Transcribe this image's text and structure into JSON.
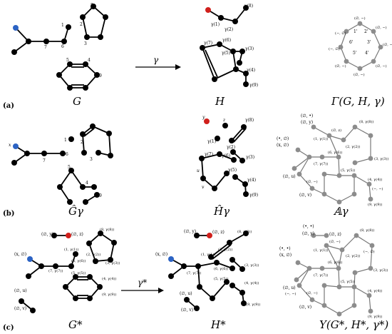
{
  "panel_a": {
    "label": "(a)",
    "graph_g_title": "G",
    "graph_h_title": "H",
    "graph_gamma_title": "Γ(G, H, γ)",
    "arrow_label": "γ",
    "g_nodes": [
      "1",
      "2",
      "3",
      "4",
      "5",
      "6",
      "7",
      "8",
      "9"
    ],
    "h_nodes": [
      "γ(1)",
      "γ(2)",
      "γ(3)",
      "γ(4)",
      "γ(5)",
      "γ(6)",
      "γ(7)",
      "γ(8)",
      "γ(9)"
    ],
    "gamma_nodes": [
      "1'",
      "2'",
      "3'",
      "4'",
      "5'",
      "6'"
    ],
    "gamma_pairs": [
      "(∅, −)",
      "(−, ∅)",
      "(∅, −)",
      "(∅, −)",
      "(∅, −)",
      "(∅, −)",
      "(∅, −)",
      "(−, ∅)"
    ]
  },
  "panel_b": {
    "label": "(b)",
    "g_title": "Ĝγ",
    "h_title": "Ĥγ",
    "a_title": "𝔸γ",
    "g_labels": [
      "x",
      "1",
      "2",
      "3",
      "4",
      "5",
      "6",
      "7",
      "9"
    ],
    "h_labels": [
      "y",
      "z",
      "u",
      "v",
      "γ(1)",
      "γ(2)",
      "γ(3)",
      "γ(4)",
      "γ(5)",
      "γ(6)",
      "γ(7)",
      "γ(8)",
      "γ(9)"
    ],
    "a_labels": [
      "(∅, •)",
      "(∅, y)",
      "(•, ∅)",
      "(x, ∅)",
      "(∅, z)",
      "(1, γ(1))",
      "(2, γ(2))",
      "(6, γ(6))",
      "(7, γ(7))",
      "(8, γ(8))",
      "(3, γ(3))",
      "(5, γ(5))",
      "(∅, u)",
      "(∅, −)",
      "(∅, v)",
      "(4, γ(4))",
      "(−, −)",
      "(9, γ(9))"
    ]
  },
  "panel_c": {
    "label": "(c)",
    "g_title": "G*",
    "h_title": "H*",
    "y_title": "Υ(G*, H*, γ*)",
    "arrow_label": "γ*",
    "g_labels": [
      "(∅, y)",
      "(∅, z)",
      "(x, ∅)",
      "(1, γ(1))",
      "(8, γ(8))",
      "(2, γ(2))",
      "(7, γ(7))",
      "(6, γ(6))",
      "(∅, u)",
      "(5, γ(5))",
      "(3, γ(3))",
      "(4, γ(4))",
      "(∅, v)",
      "(9, γ(9))"
    ],
    "h_labels": [
      "(∅, y)",
      "(∅, z)",
      "(x, ∅)",
      "(1, γ(1))",
      "(8, γ(8))",
      "(2, γ(2))",
      "(7, γ(7))",
      "(6, γ(6))",
      "(∅, u)",
      "(5, γ(5))",
      "(3, γ(3))",
      "(4, γ(4))",
      "(∅, v)",
      "(9, γ(9))"
    ],
    "y_labels": [
      "(•, •)",
      "(∅, y)",
      "(•, •)",
      "(x, ∅)",
      "(∅, z)",
      "(∅, −)",
      "(8, γ(8))",
      "(1, γ(1))",
      "(2, γ(2))",
      "(−, ∅)",
      "(6, γ(6))",
      "(3, γ(3))",
      "(7, γ(7))",
      "(5, γ(5))",
      "(∅, u)",
      "(−, −)",
      "(∅, −)",
      "(4, γ(4))",
      "(∅, v)",
      "(9, γ(9))"
    ]
  },
  "colors": {
    "red": "#d0201c",
    "blue": "#2c63c4",
    "gray": "#8c8c8c",
    "black": "#000000"
  }
}
